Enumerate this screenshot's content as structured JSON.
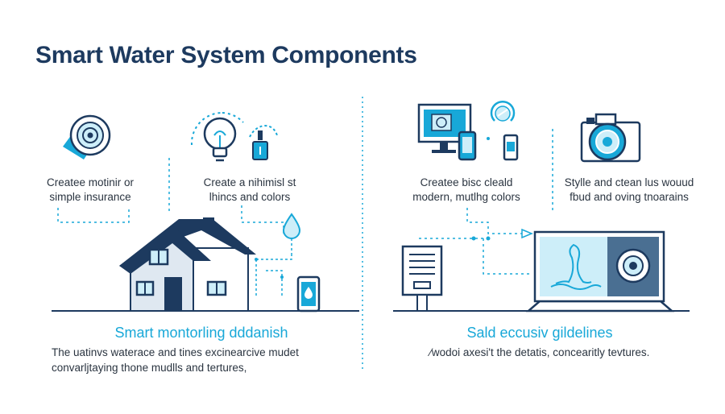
{
  "title": "Smart Water System Components",
  "left": {
    "items": [
      {
        "line1": "Createe motinir or",
        "line2": "simple insurance"
      },
      {
        "line1": "Create a nihimisl st",
        "line2": "lhincs and colors"
      }
    ],
    "section_title": "Smart montorling dddanish",
    "section_body": [
      "The uatinvs waterace and tines excinearcive mudet",
      "convarljtaying thone mudlls and tertures,"
    ]
  },
  "right": {
    "items": [
      {
        "line1": "Createe bisc cleald",
        "line2": "modern, mutlhg colors"
      },
      {
        "line1": "Stylle and ctean lus wouud",
        "line2": "fbud and oving tnoarains"
      }
    ],
    "section_title": "Sald eccusiv gildelines",
    "section_body": [
      "⁄wodoi axesi't the detatis, concearitly tevtures."
    ]
  },
  "colors": {
    "navy": "#1d3a5f",
    "accent": "#18a8d8",
    "light_blue": "#cdeef9",
    "gray": "#6b7785"
  }
}
